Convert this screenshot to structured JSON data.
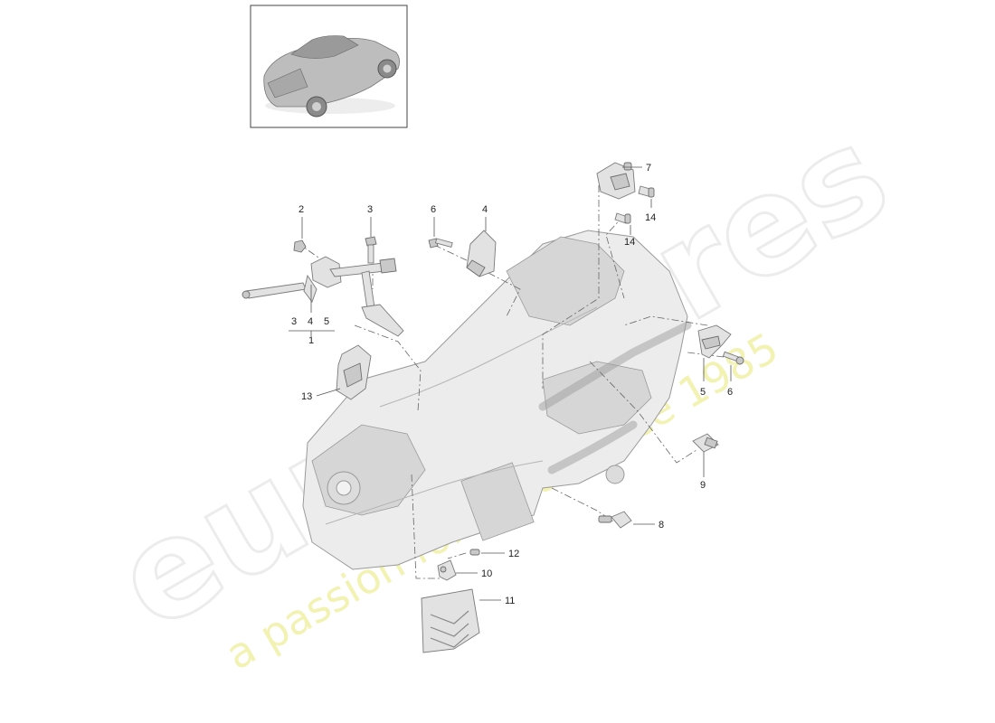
{
  "watermark": {
    "brand": "eurospares",
    "tagline": "a passion for parts since 1985"
  },
  "callouts": {
    "c1": "1",
    "c2": "2",
    "c3a": "3",
    "c3b": "3",
    "c4a": "4",
    "c4b": "4",
    "c5a": "5",
    "c5b": "5",
    "c6a": "6",
    "c6b": "6",
    "c7": "7",
    "c8": "8",
    "c9": "9",
    "c10": "10",
    "c11": "11",
    "c12": "12",
    "c13": "13",
    "c14a": "14",
    "c14b": "14"
  }
}
